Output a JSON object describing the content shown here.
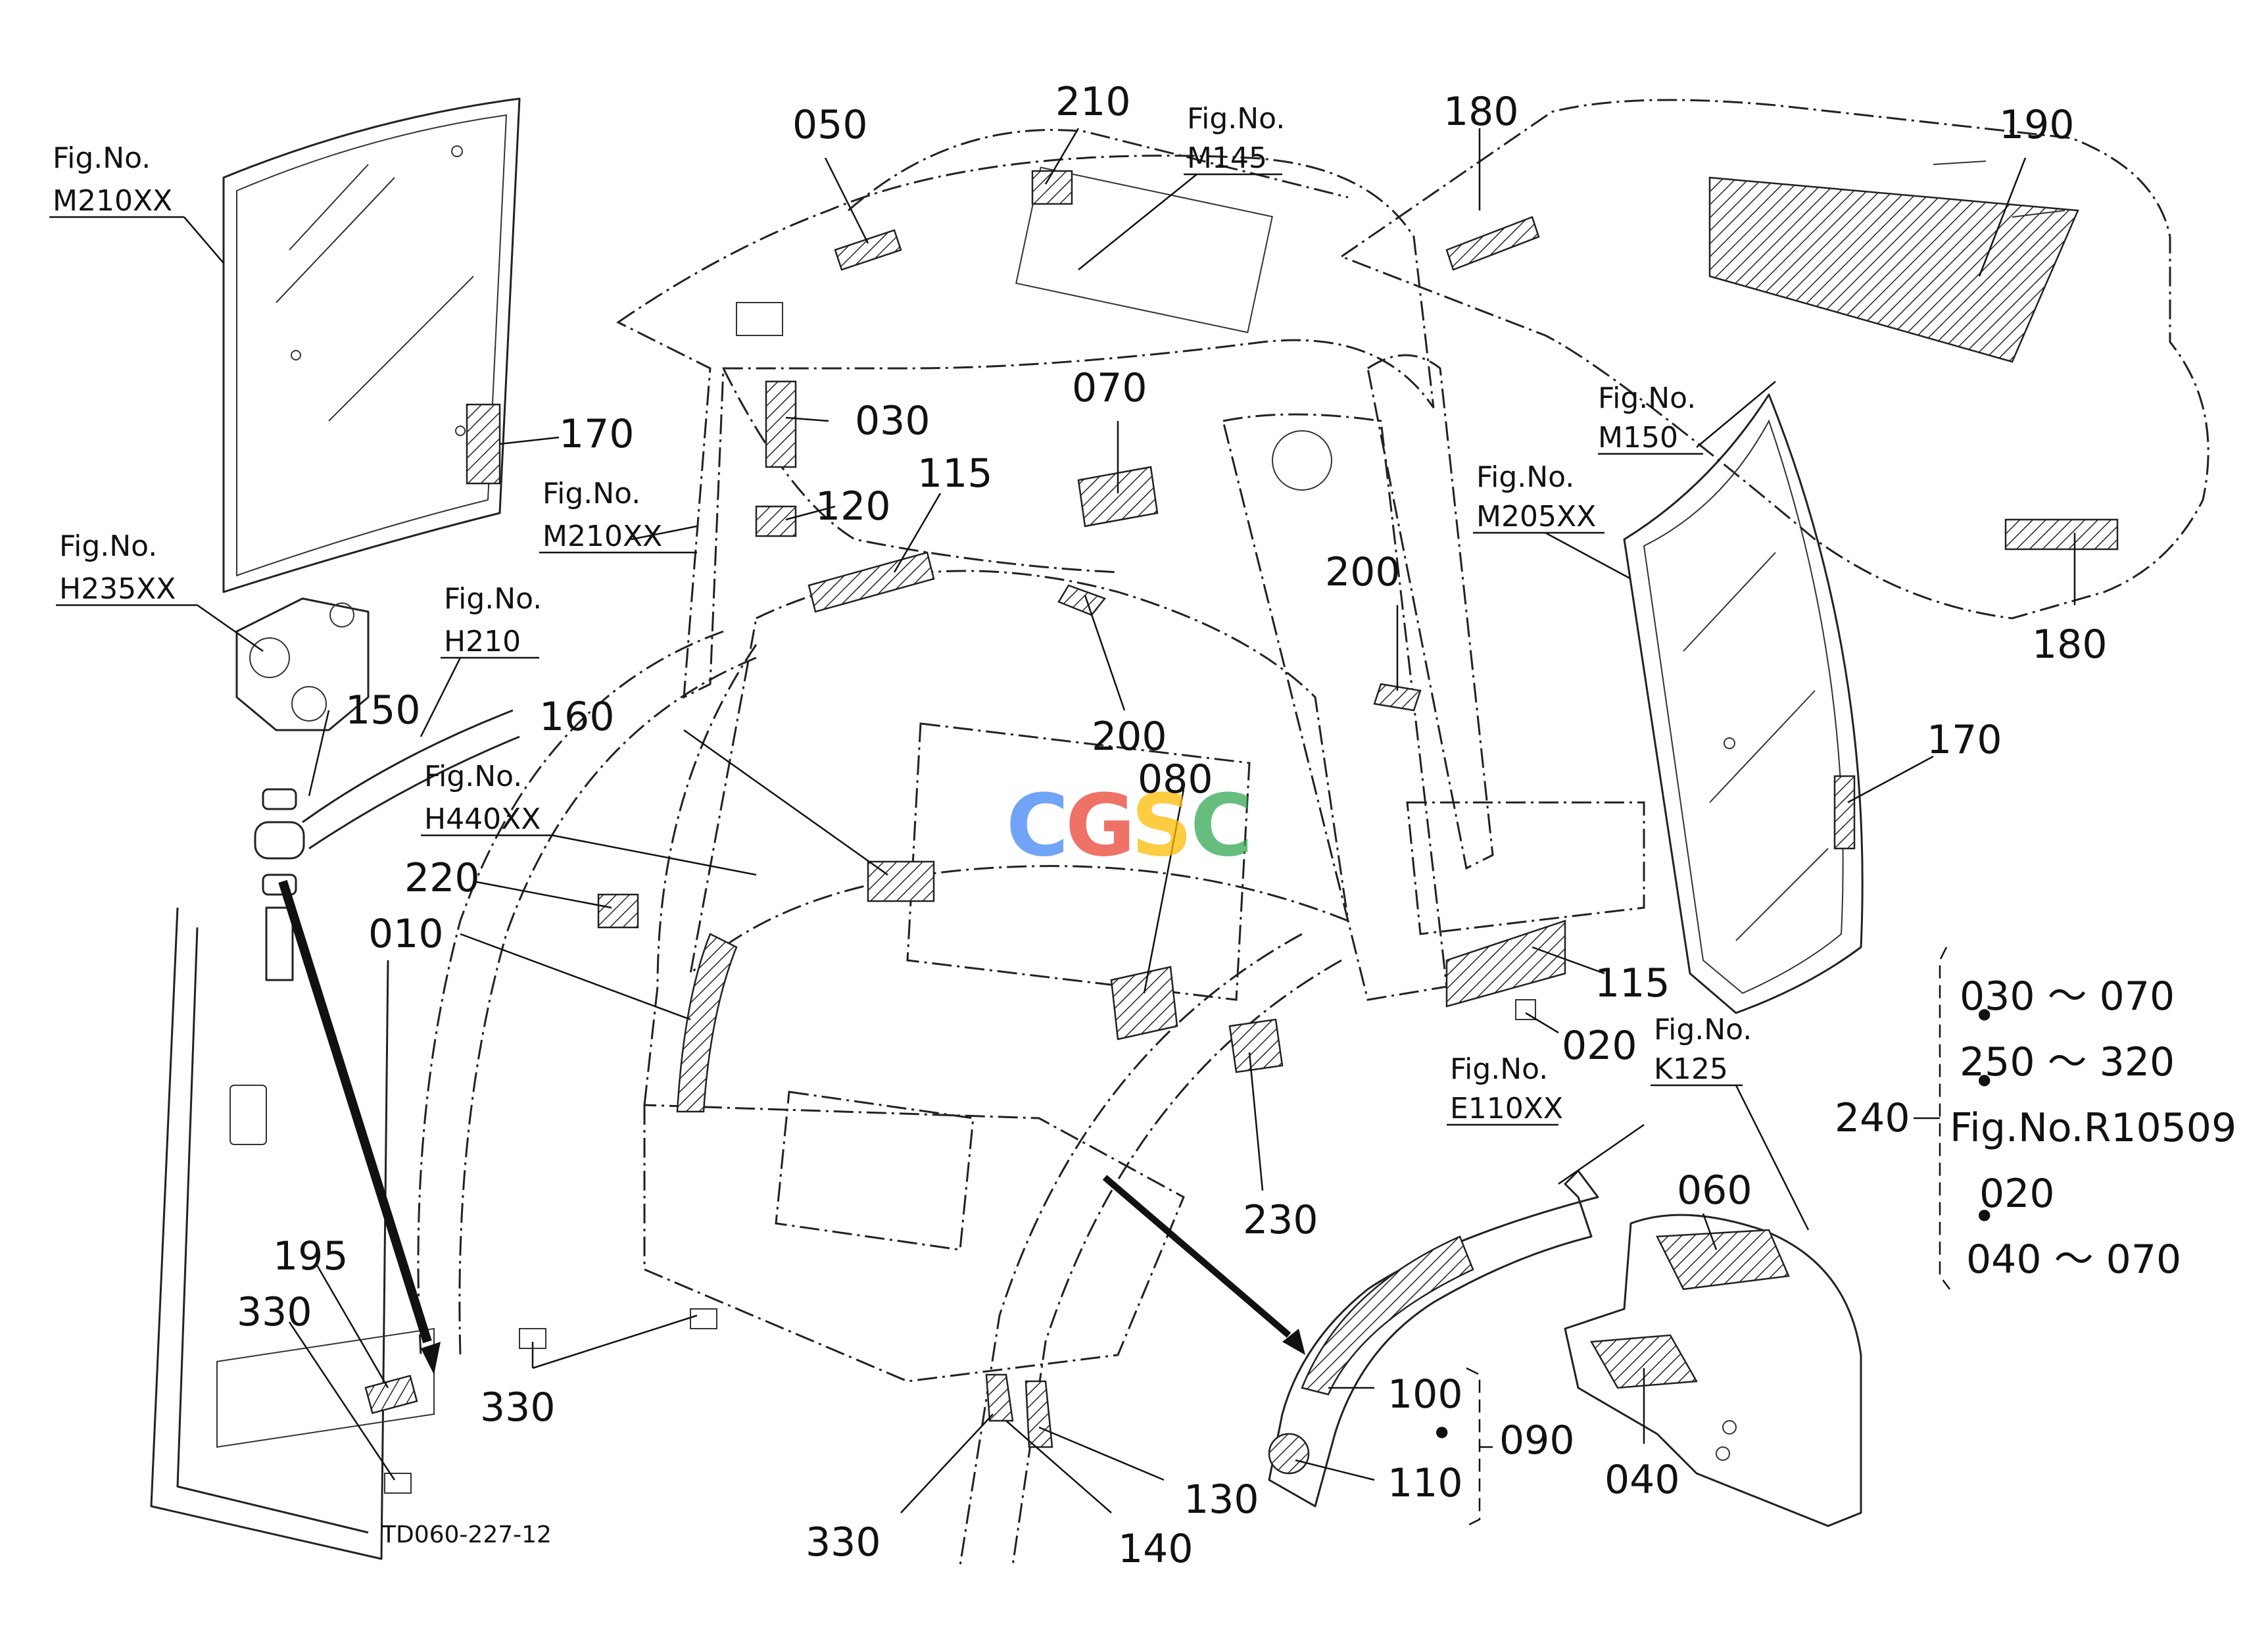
{
  "drawing_code": "TD060-227-12",
  "watermark": {
    "letters": [
      "C",
      "G",
      "S",
      "C"
    ],
    "colors": [
      "#4285F4",
      "#EA4335",
      "#FBBC05",
      "#34A853"
    ]
  },
  "part_labels": {
    "p050": "050",
    "p210": "210",
    "p180a": "180",
    "p190": "190",
    "p170a": "170",
    "p030": "030",
    "p120": "120",
    "p115a": "115",
    "p070": "070",
    "p150": "150",
    "p160": "160",
    "p200a": "200",
    "p200b": "200",
    "p080": "080",
    "p170b": "170",
    "p180b": "180",
    "p220": "220",
    "p010": "010",
    "p115b": "115",
    "p020": "020",
    "p230": "230",
    "p195": "195",
    "p330a": "330",
    "p330b": "330",
    "p330c": "330",
    "p140": "140",
    "p130": "130",
    "p100": "100",
    "p110": "110",
    "p090": "090",
    "p060": "060",
    "p040": "040",
    "p240": "240",
    "dot1": "•",
    "dot2": "•",
    "dot3": "•",
    "dot4": "•"
  },
  "fig_refs": {
    "f1": [
      "Fig.No.",
      "M210XX"
    ],
    "f2": [
      "Fig.No.",
      "M145"
    ],
    "f3": [
      "Fig.No.",
      "M150"
    ],
    "f4": [
      "Fig.No.",
      "M210XX"
    ],
    "f5": [
      "Fig.No.",
      "M205XX"
    ],
    "f6": [
      "Fig.No.",
      "H235XX"
    ],
    "f7": [
      "Fig.No.",
      "H210"
    ],
    "f8": [
      "Fig.No.",
      "H440XX"
    ],
    "f9": [
      "Fig.No.",
      "E110XX"
    ],
    "f10": [
      "Fig.No.",
      "K125"
    ]
  },
  "bracket_240": {
    "line1": "030 ～ 070",
    "line2": "250 ～ 320",
    "line3": "Fig.No.R10509",
    "line4": "020",
    "line5": "040 ～ 070"
  }
}
